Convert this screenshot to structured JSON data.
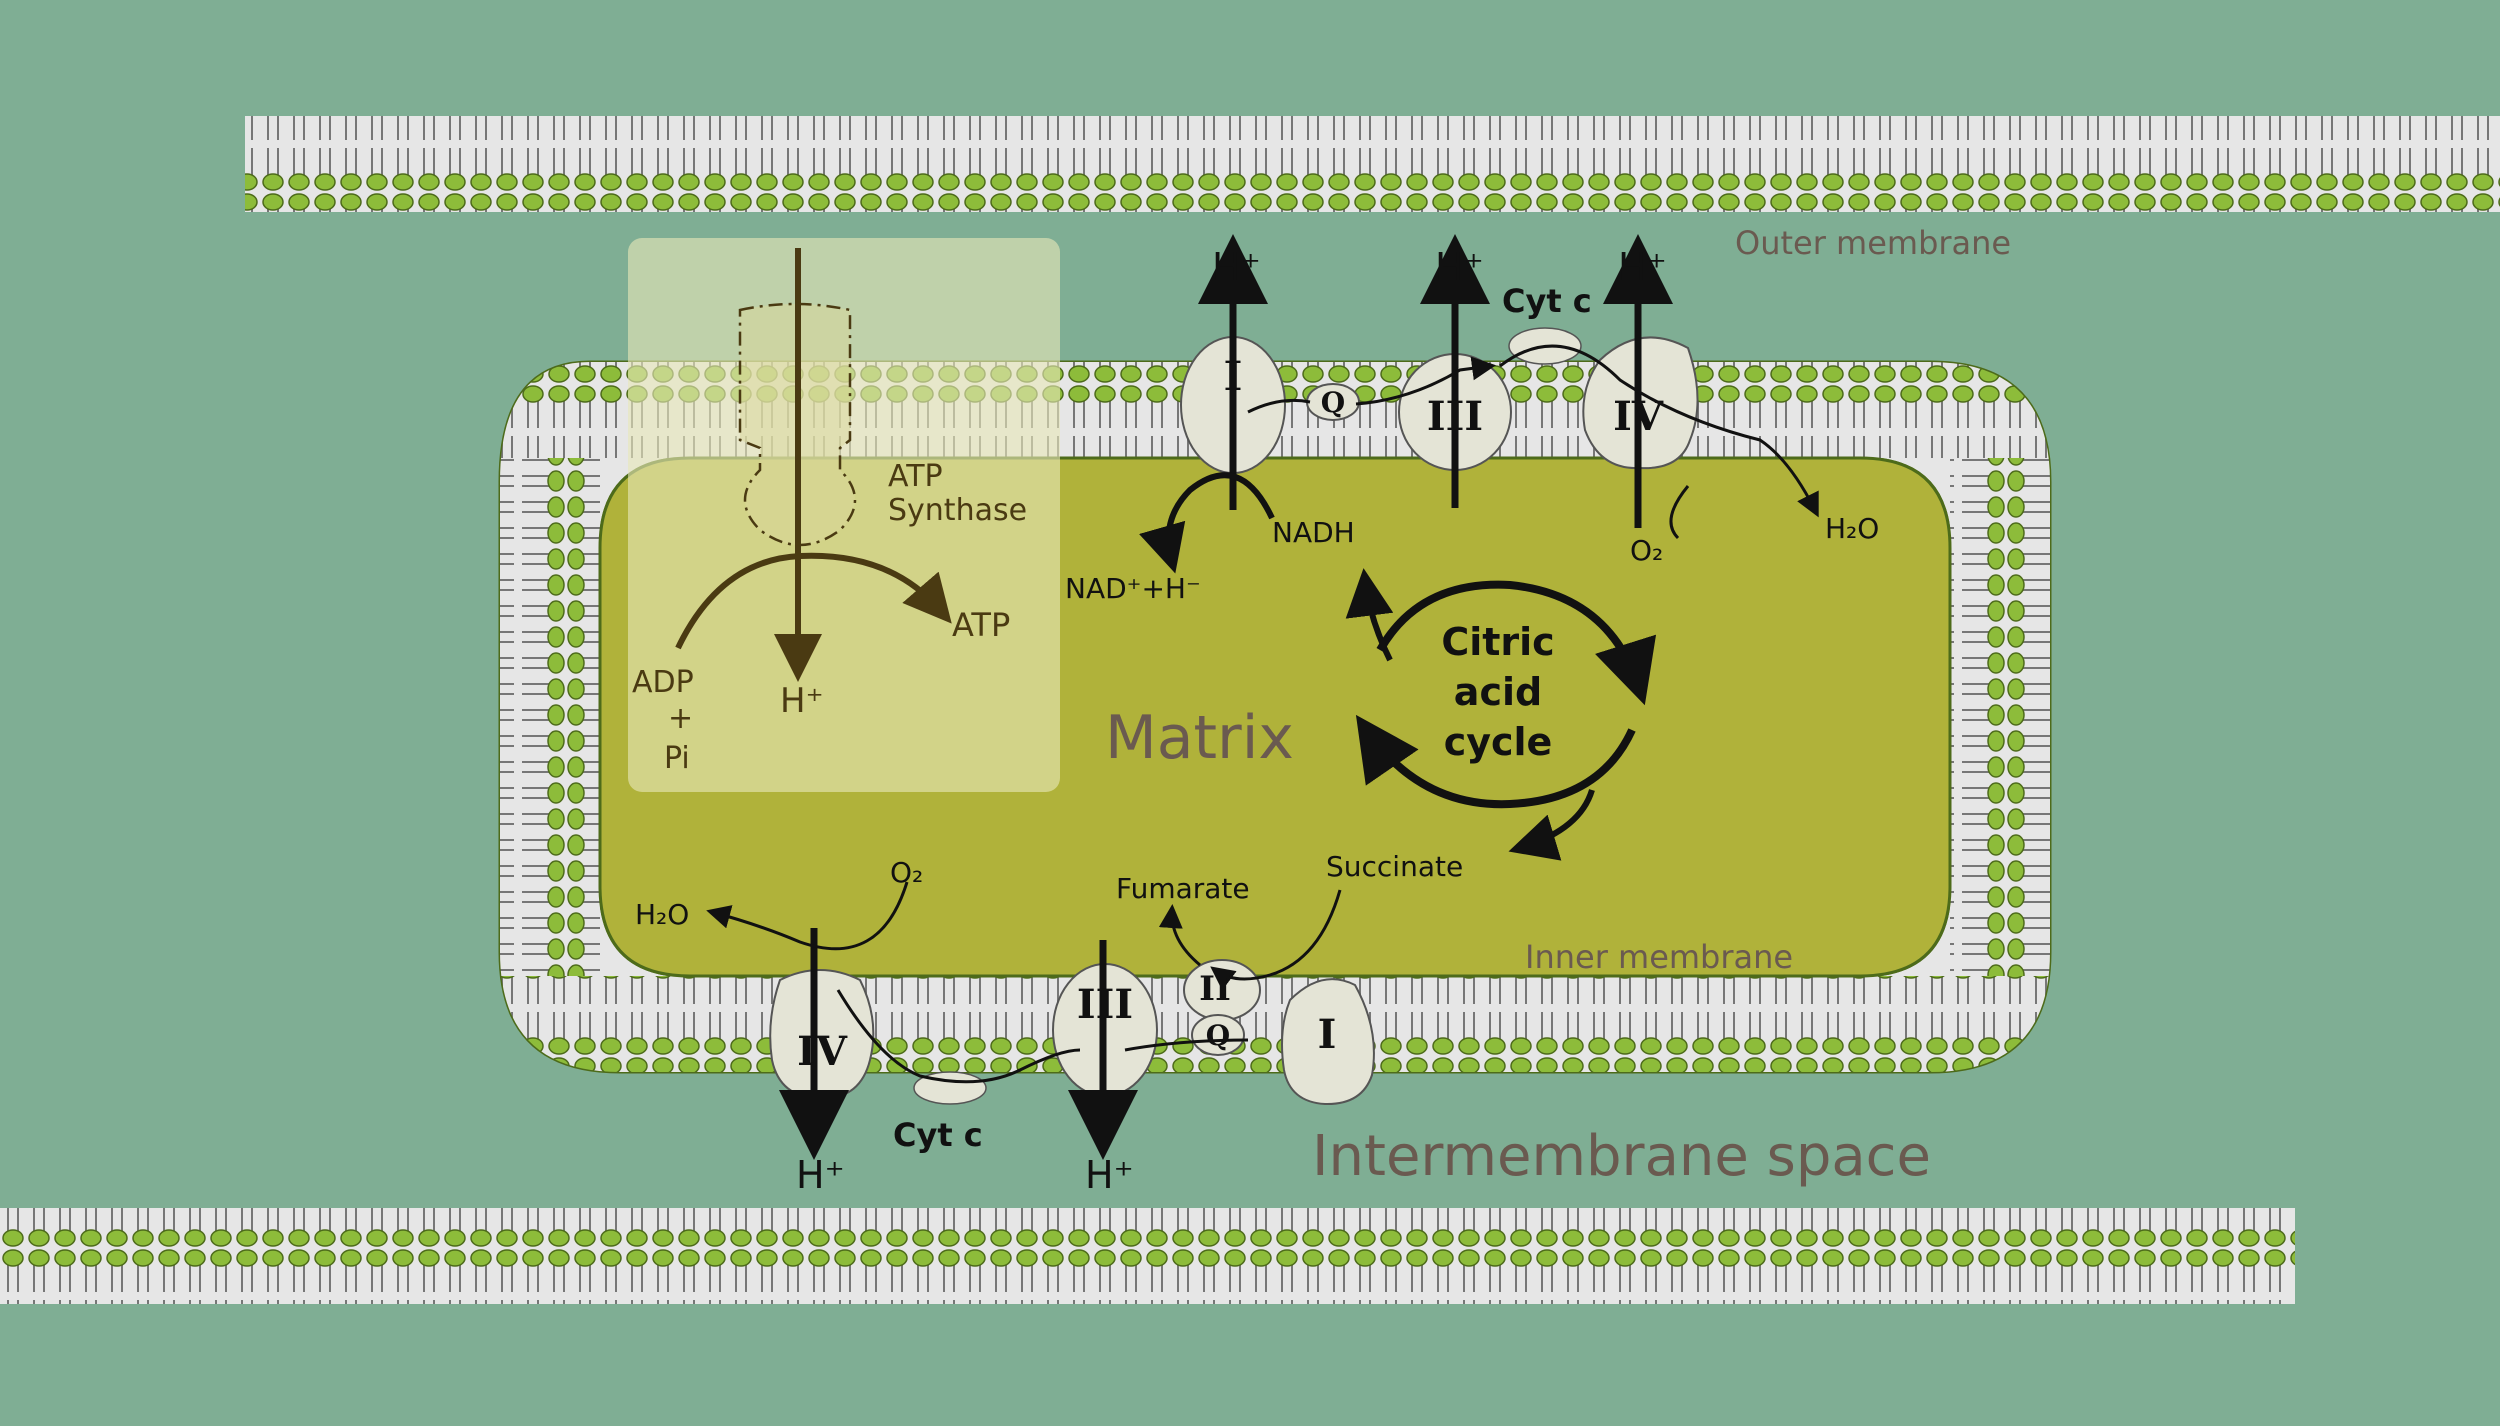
{
  "colors": {
    "background": "#7fae94",
    "matrix": "#b0b23a",
    "head": "#8dbc3a",
    "tail": "#e6e6e6",
    "protein": "#e4e4d6",
    "atp_box": "#e7e6b8",
    "arrow": "#111111",
    "brown": "#4a3a12"
  },
  "labels": {
    "outer_membrane": "Outer membrane",
    "inner_membrane": "Inner membrane",
    "intermembrane_space": "Intermembrane space",
    "matrix": "Matrix",
    "atp_synthase_line1": "ATP",
    "atp_synthase_line2": "Synthase",
    "atp": "ATP",
    "adp": "ADP",
    "plus": "+",
    "pi": "Pi",
    "citric_line1": "Citric",
    "citric_line2": "acid",
    "citric_line3": "cycle",
    "nadh": "NADH",
    "nad_plus_h": "NAD⁺+H⁻",
    "h2o": "H₂O",
    "o2": "O₂",
    "cyt_c": "Cyt c",
    "fumarate": "Fumarate",
    "succinate": "Succinate",
    "q": "Q",
    "h_plus": "H⁺"
  },
  "complexes": {
    "one": "I",
    "two": "II",
    "three": "III",
    "four": "IV"
  }
}
